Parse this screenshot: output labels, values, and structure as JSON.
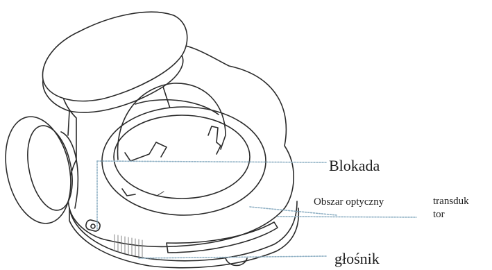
{
  "labels": {
    "lock": "Blokada",
    "optical_area": "Obszar optyczny",
    "transducer_line1": "transduk",
    "transducer_line2": "tor",
    "speaker": "głośnik"
  },
  "colors": {
    "outline": "#2a2a2a",
    "leader_line": "#8fb0c4",
    "text": "#1c1c1c",
    "background": "#ffffff"
  }
}
